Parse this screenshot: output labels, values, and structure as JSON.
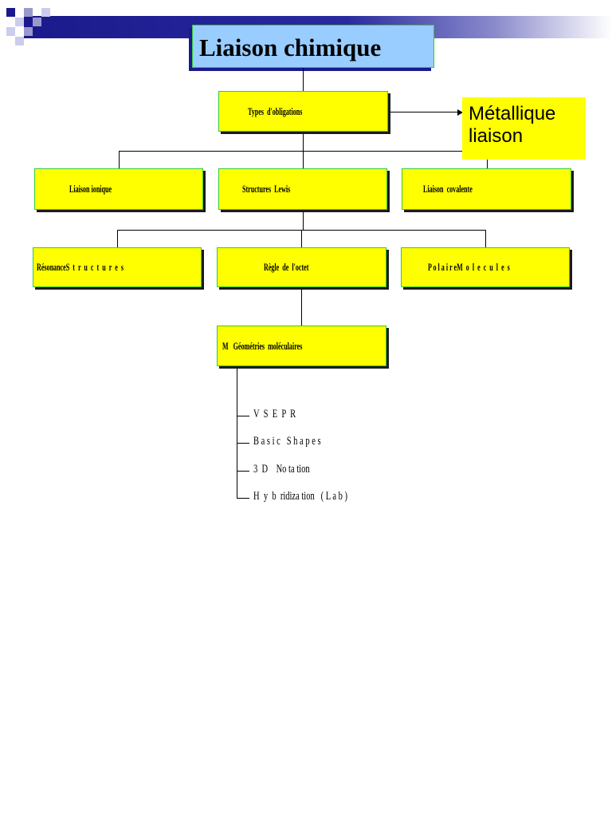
{
  "diagram": {
    "title": "Liaison chimique",
    "types": "Types  d'obligations",
    "metallique": [
      "Métallique",
      "liaison"
    ],
    "ionique": "Liaison ionique",
    "lewis": "Structures  Lewis",
    "covalente": "Liaison  covalente",
    "resonance": "RésonanceS  t  r  u  c  t  u  r  e  s",
    "octet": "Règle  de  l'octet",
    "polaire": "P o l a i r eM  o  l  e  c  u  l  e  s",
    "geometries": "M   Géométries  moléculaires",
    "vsepr_items": [
      "V  S  E  P  R",
      "B a s i c   S h a p e s",
      "3  D    No ta tion",
      "H  y  b  ridiza tion   ( L a b )"
    ]
  },
  "colors": {
    "box_fill": "#ffff00",
    "box_border": "#33cc33",
    "title_fill": "#99ccff",
    "header_band": "#1a1a8c"
  }
}
